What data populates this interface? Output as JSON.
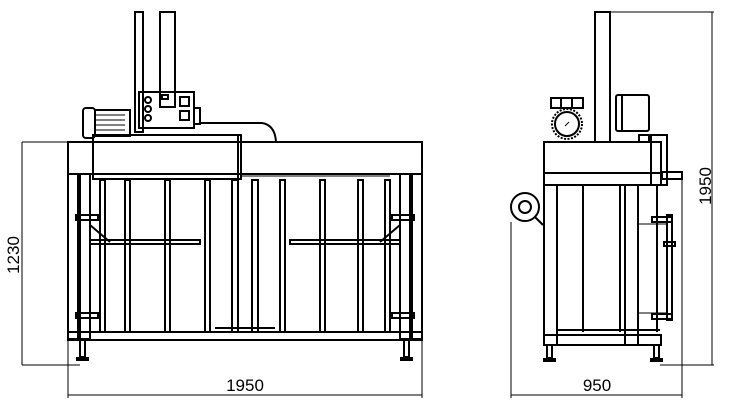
{
  "drawing": {
    "front_view": {
      "width_label": "1950",
      "height_label": "1230"
    },
    "side_view": {
      "width_label": "950",
      "height_label": "1950"
    },
    "colors": {
      "line": "#000000",
      "background": "#ffffff"
    }
  }
}
